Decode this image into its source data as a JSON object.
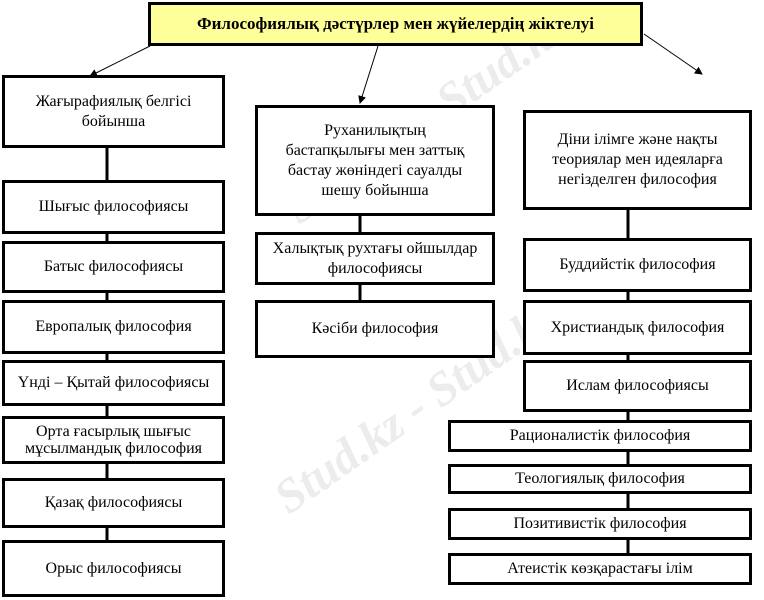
{
  "title": "Философиялық дәстүрлер мен жүйелердің жіктелуі",
  "left": {
    "header": "Жағырафиялық белгісі бойынша",
    "items": [
      "Шығыс философиясы",
      "Батыс философиясы",
      "Европалық философия",
      "Үнді – Қытай философиясы",
      "Орта ғасырлық шығыс мұсылмандық философия",
      "Қазақ философиясы",
      "Орыс философиясы"
    ]
  },
  "middle": {
    "header": "Руханилықтың бастапқылығы мен  заттық бастау жөніндегі сауалды шешу бойынша",
    "items": [
      "Халықтық рухтағы ойшылдар философиясы",
      "Кәсіби философия"
    ]
  },
  "right": {
    "header": "Діни ілімге және нақты теориялар мен идеяларға негізделген философия",
    "items": [
      "Буддийстік философия",
      "Христиандық философия",
      "Ислам философиясы",
      "Рационалистік философия",
      "Теологиялық философия",
      "Позитивистік философия",
      "Атеистік көзқарастағы ілім"
    ]
  },
  "watermark": "Stud.kz - Stud.kz"
}
